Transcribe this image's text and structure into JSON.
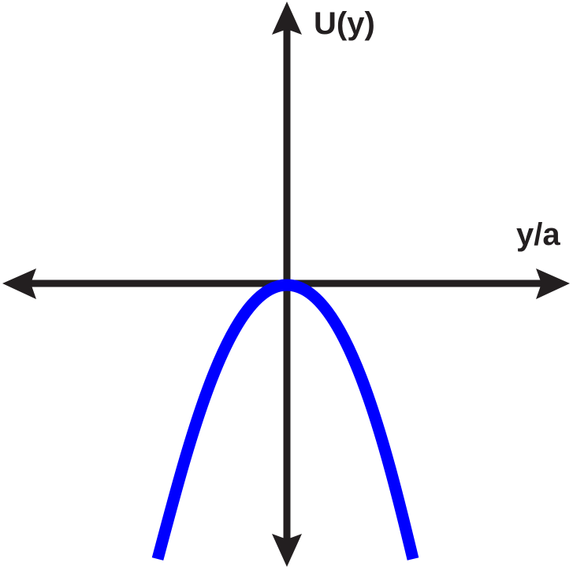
{
  "diagram": {
    "type": "potential-energy-plot",
    "y_axis_label": "U(y)",
    "x_axis_label": "y/a",
    "curve_description": "inverted parabola with maximum at origin",
    "colors": {
      "axes": "#231f20",
      "curve": "#0000ff",
      "background": "#ffffff"
    }
  },
  "chart_data": {
    "type": "line",
    "title": "",
    "xlabel": "y/a",
    "ylabel": "U(y)",
    "grid": false,
    "legend": null,
    "axes_arrows": [
      "left",
      "right",
      "up",
      "down"
    ],
    "series": [
      {
        "name": "U(y)",
        "color": "#0000ff",
        "shape": "downward parabola, vertex at origin",
        "x": [
          -1,
          -0.5,
          0,
          0.5,
          1
        ],
        "values": [
          -1,
          -0.25,
          0,
          -0.25,
          -1
        ]
      }
    ]
  }
}
